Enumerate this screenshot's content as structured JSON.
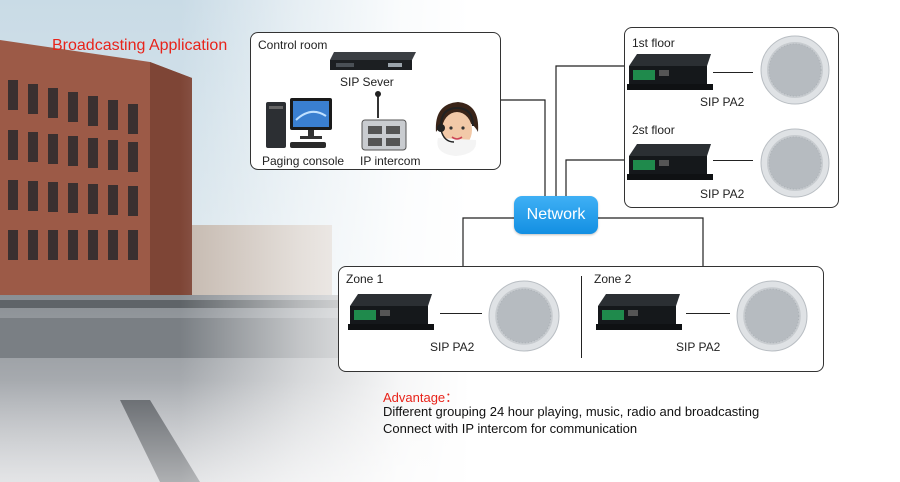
{
  "title": "Broadcasting Application",
  "network_label": "Network",
  "control_room": {
    "label": "Control room",
    "server_caption": "SIP  Sever",
    "console_caption": "Paging console",
    "intercom_caption": "IP intercom"
  },
  "floors": [
    {
      "label": "1st floor",
      "device_caption": "SIP PA2"
    },
    {
      "label": "2st floor",
      "device_caption": "SIP PA2"
    }
  ],
  "zones": [
    {
      "label": "Zone 1",
      "device_caption": "SIP PA2"
    },
    {
      "label": "Zone 2",
      "device_caption": "SIP PA2"
    }
  ],
  "advantage": {
    "heading": "Advantage：",
    "lines": [
      "Different grouping 24 hour playing, music, radio and broadcasting",
      "Connect with IP intercom for communication"
    ]
  },
  "colors": {
    "title": "#e8231a",
    "network": "#1a9ae8",
    "advantage": "#e8231a"
  }
}
